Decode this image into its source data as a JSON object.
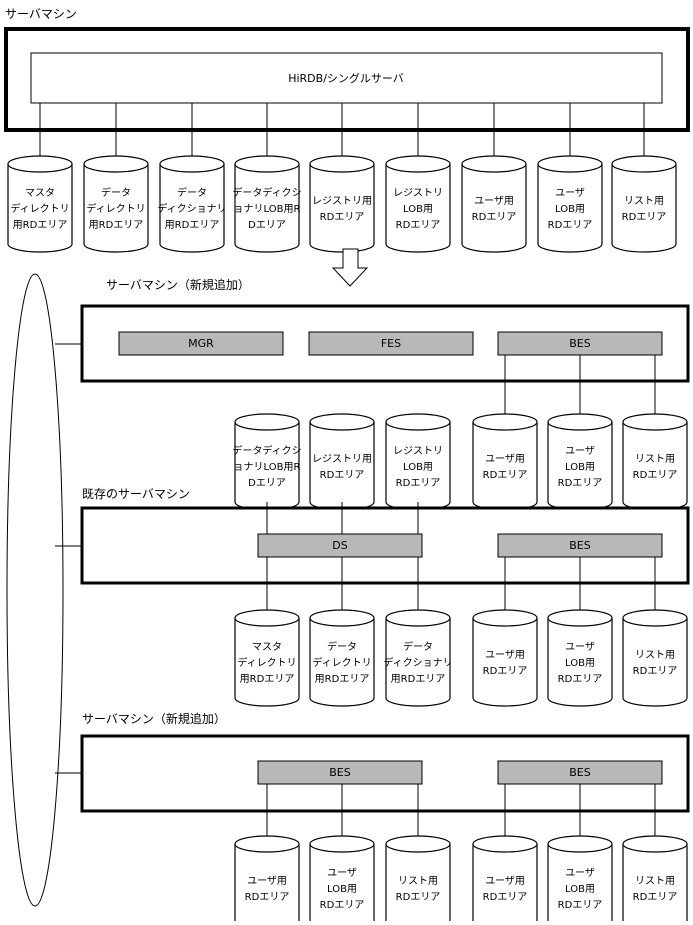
{
  "machine_labels": {
    "top": "サーバマシン",
    "new1": "サーバマシン（新規追加）",
    "existing": "既存のサーバマシン",
    "new2": "サーバマシン（新規追加）"
  },
  "single_server": "HiRDB/シングルサーバ",
  "top_areas": [
    [
      "マスタ",
      "ディレクトリ",
      "用RDエリア"
    ],
    [
      "データ",
      "ディレクトリ",
      "用RDエリア"
    ],
    [
      "データ",
      "ディクショナリ",
      "用RDエリア"
    ],
    [
      "データディクシ",
      "ョナリLOB用R",
      "Dエリア"
    ],
    [
      "レジストリ用",
      "RDエリア"
    ],
    [
      "レジストリ",
      "LOB用",
      "RDエリア"
    ],
    [
      "ユーザ用",
      "RDエリア"
    ],
    [
      "ユーザ",
      "LOB用",
      "RDエリア"
    ],
    [
      "リスト用",
      "RDエリア"
    ]
  ],
  "servers": {
    "mgr": "MGR",
    "fes": "FES",
    "bes": "BES",
    "ds": "DS"
  },
  "new1_areas_left": [
    [
      "データディクシ",
      "ョナリLOB用R",
      "Dエリア"
    ],
    [
      "レジストリ用",
      "RDエリア"
    ],
    [
      "レジストリ",
      "LOB用",
      "RDエリア"
    ]
  ],
  "user_areas": [
    [
      "ユーザ用",
      "RDエリア"
    ],
    [
      "ユーザ",
      "LOB用",
      "RDエリア"
    ],
    [
      "リスト用",
      "RDエリア"
    ]
  ],
  "existing_areas_left": [
    [
      "マスタ",
      "ディレクトリ",
      "用RDエリア"
    ],
    [
      "データ",
      "ディレクトリ",
      "用RDエリア"
    ],
    [
      "データ",
      "ディクショナリ",
      "用RDエリア"
    ]
  ],
  "arrow_icon": "down-arrow-icon",
  "network_icon": "network-ellipse-icon"
}
